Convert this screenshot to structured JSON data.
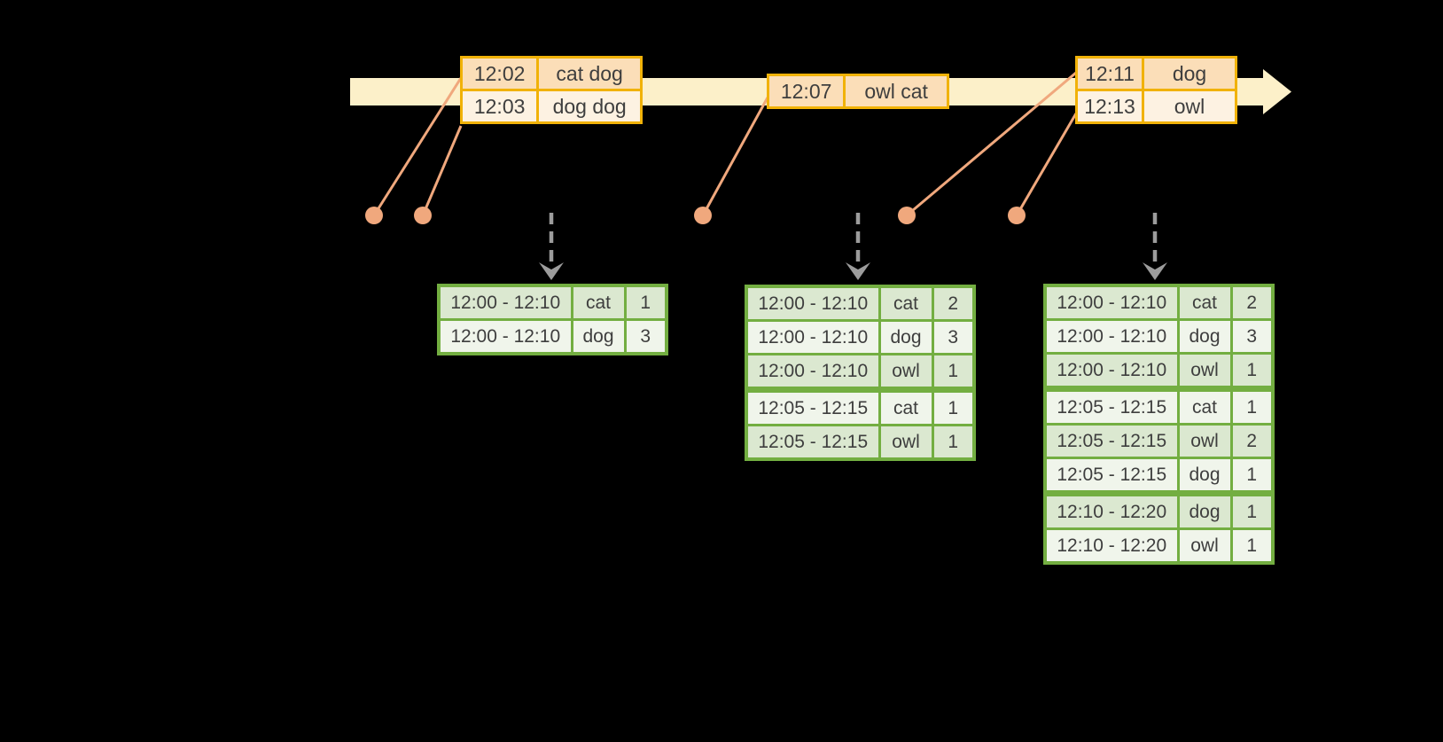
{
  "diagram": {
    "description_colors": {
      "background": "#000000",
      "timeline_band": "#FCF0C9",
      "event_box_border": "#F1B208",
      "event_row_dark": "#FBDEB8",
      "event_row_light": "#FDF2E2",
      "connector_salmon": "#F0A87D",
      "emit_arrow_gray": "#9C9C9C",
      "result_border_green": "#73AE41",
      "result_row_dark": "#DBE8D0",
      "result_row_light": "#F0F5EB",
      "text": "#3E3E3E"
    },
    "event_stream": {
      "boxes": [
        {
          "rows": [
            [
              "12:02",
              "cat dog"
            ],
            [
              "12:03",
              "dog dog"
            ]
          ]
        },
        {
          "rows": [
            [
              "12:07",
              "owl cat"
            ]
          ]
        },
        {
          "rows": [
            [
              "12:11",
              "dog"
            ],
            [
              "12:13",
              "owl"
            ]
          ]
        }
      ]
    },
    "result_tables": [
      {
        "groups": [
          [
            [
              "12:00 - 12:10",
              "cat",
              "1"
            ],
            [
              "12:00 - 12:10",
              "dog",
              "3"
            ]
          ]
        ]
      },
      {
        "groups": [
          [
            [
              "12:00 - 12:10",
              "cat",
              "2"
            ],
            [
              "12:00 - 12:10",
              "dog",
              "3"
            ],
            [
              "12:00 - 12:10",
              "owl",
              "1"
            ]
          ],
          [
            [
              "12:05 - 12:15",
              "cat",
              "1"
            ],
            [
              "12:05 - 12:15",
              "owl",
              "1"
            ]
          ]
        ]
      },
      {
        "groups": [
          [
            [
              "12:00 - 12:10",
              "cat",
              "2"
            ],
            [
              "12:00 - 12:10",
              "dog",
              "3"
            ],
            [
              "12:00 - 12:10",
              "owl",
              "1"
            ]
          ],
          [
            [
              "12:05 - 12:15",
              "cat",
              "1"
            ],
            [
              "12:05 - 12:15",
              "owl",
              "2"
            ],
            [
              "12:05 - 12:15",
              "dog",
              "1"
            ]
          ],
          [
            [
              "12:10 - 12:20",
              "dog",
              "1"
            ],
            [
              "12:10 - 12:20",
              "owl",
              "1"
            ]
          ]
        ]
      }
    ]
  }
}
